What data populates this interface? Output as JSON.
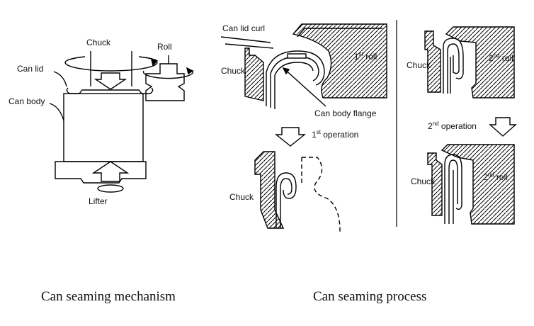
{
  "mechanism": {
    "caption": "Can seaming mechanism",
    "labels": {
      "chuck": "Chuck",
      "roll": "Roll",
      "can_lid": "Can lid",
      "can_body": "Can body",
      "lifter": "Lifter"
    }
  },
  "process": {
    "caption": "Can seaming process",
    "labels": {
      "can_lid_curl": "Can lid curl",
      "chuck": "Chuck",
      "roll1_num": "1",
      "roll1_sup": "st",
      "roll1_word": " roll",
      "can_body_flange": "Can body flange",
      "op1_num": "1",
      "op1_sup": "st",
      "op1_word": " operation",
      "op2_num": "2",
      "op2_sup": "nd",
      "op2_word": " operation",
      "roll2_num": "2",
      "roll2_sup": "nd",
      "roll2_word": " roll"
    }
  }
}
